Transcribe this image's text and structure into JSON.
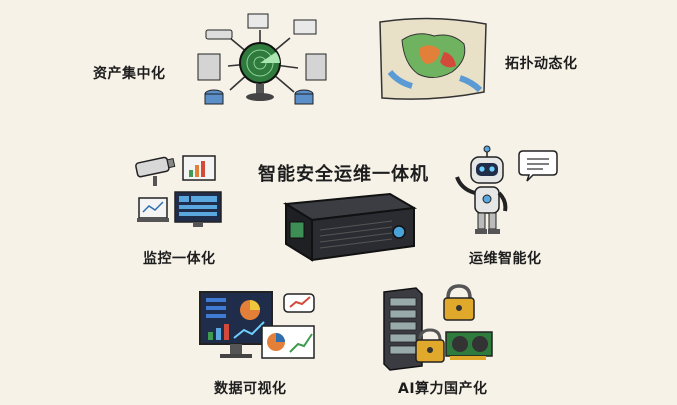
{
  "title": "智能安全运维一体机",
  "features": [
    {
      "key": "asset",
      "label": "资产集中化",
      "icon": "radar-icon"
    },
    {
      "key": "topology",
      "label": "拓扑动态化",
      "icon": "map-icon"
    },
    {
      "key": "monitor",
      "label": "监控一体化",
      "icon": "camera-icon"
    },
    {
      "key": "ops",
      "label": "运维智能化",
      "icon": "robot-icon"
    },
    {
      "key": "visual",
      "label": "数据可视化",
      "icon": "dashboard-icon"
    },
    {
      "key": "ai",
      "label": "AI算力国产化",
      "icon": "server-lock-icon"
    }
  ],
  "center_device": "server-appliance-icon",
  "colors": {
    "background": "#f6f2e8",
    "ink": "#1d1d1d",
    "radar_green": "#3f9b4f",
    "screen_blue": "#2f6fb0",
    "lock_gold": "#e1a92b"
  }
}
